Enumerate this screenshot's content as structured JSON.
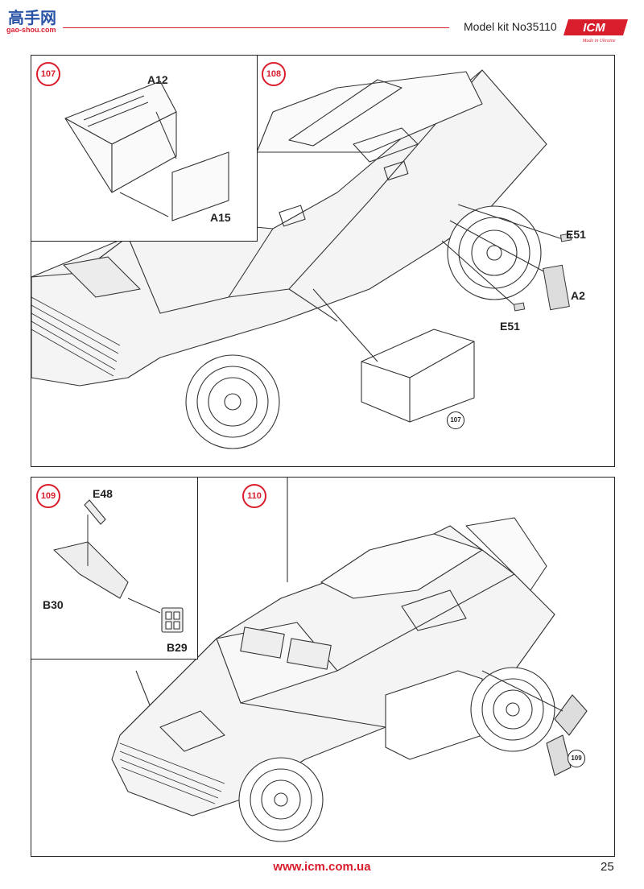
{
  "header": {
    "logo_text": "高手网",
    "logo_sub": "gao-shou.com",
    "model": "Model kit No35110",
    "brand": "ICM",
    "brand_tagline": "Made in Ukraine"
  },
  "panel_top": {
    "step_a": "107",
    "step_b": "108",
    "parts_a": [
      "A12",
      "A15"
    ],
    "parts_b": [
      "E51",
      "A2",
      "E51"
    ],
    "ref": "107"
  },
  "panel_bottom": {
    "step_a": "109",
    "step_b": "110",
    "parts_a": [
      "E48",
      "B30",
      "B29"
    ],
    "ref": "109"
  },
  "footer": {
    "url": "www.icm.com.ua",
    "page": "25"
  }
}
